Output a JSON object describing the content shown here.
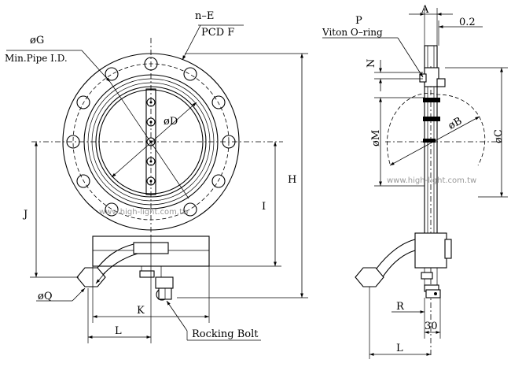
{
  "labels": {
    "n_e": "n–E",
    "pcd_f": "PCD F",
    "phi_g": "øG",
    "min_pipe": "Min.Pipe I.D.",
    "phi_d": "øD",
    "h": "H",
    "i": "I",
    "j": "J",
    "phi_q": "øQ",
    "k": "K",
    "l_left": "L",
    "rocking_bolt": "Rocking Bolt",
    "p": "P",
    "viton": "Viton O–ring",
    "a": "A",
    "dim_02": "0.2",
    "n": "N",
    "phi_m": "øM",
    "phi_b": "øB",
    "phi_c": "øC",
    "r": "R",
    "dim_30": "30",
    "l_right": "L"
  },
  "watermarks": [
    "www.high-light.com.tw",
    "www.high-light.com.tw"
  ]
}
